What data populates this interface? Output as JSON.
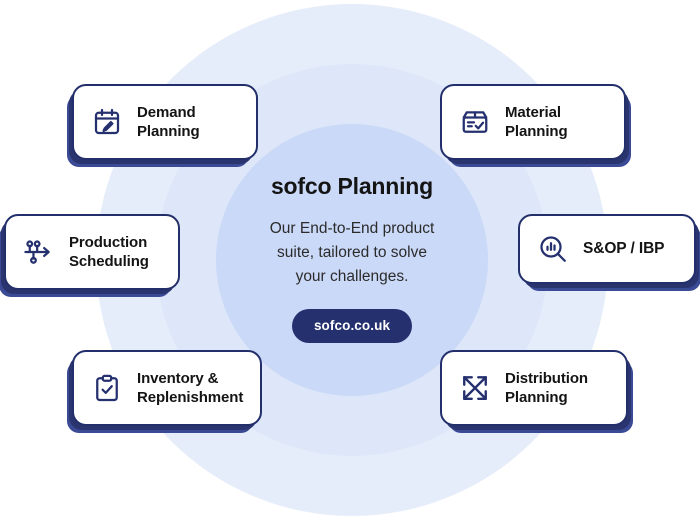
{
  "title": "sofco Planning",
  "center": {
    "heading": "sofco Planning",
    "subtitle_line1": "Our End-to-End product",
    "subtitle_line2": "suite, tailored to solve",
    "subtitle_line3": "your challenges.",
    "cta_label": "sofco.co.uk"
  },
  "colors": {
    "navy": "#25306e",
    "navy_border": "#232f6b",
    "ring_outer": "#e6edfa",
    "ring_mid": "#dde7f9",
    "ring_inner": "#cbd9f8",
    "text_dark": "#141414",
    "card_background": "#ffffff",
    "page_background": "#ffffff"
  },
  "cards": [
    {
      "id": "demand-planning",
      "label": "Demand\nPlanning",
      "icon": "calendar-pencil-icon",
      "position": "top-left"
    },
    {
      "id": "material-planning",
      "label": "Material\nPlanning",
      "icon": "box-check-icon",
      "position": "top-right"
    },
    {
      "id": "production-scheduling",
      "label": "Production\nScheduling",
      "icon": "workflow-arrow-icon",
      "position": "middle-left"
    },
    {
      "id": "sop-ibp",
      "label": "S&OP / IBP",
      "icon": "magnifier-barchart-icon",
      "position": "middle-right"
    },
    {
      "id": "inventory-replenishment",
      "label": "Inventory &\nReplenishment",
      "icon": "clipboard-check-icon",
      "position": "bottom-left"
    },
    {
      "id": "distribution-planning",
      "label": "Distribution\nPlanning",
      "icon": "expand-arrows-icon",
      "position": "bottom-right"
    }
  ]
}
